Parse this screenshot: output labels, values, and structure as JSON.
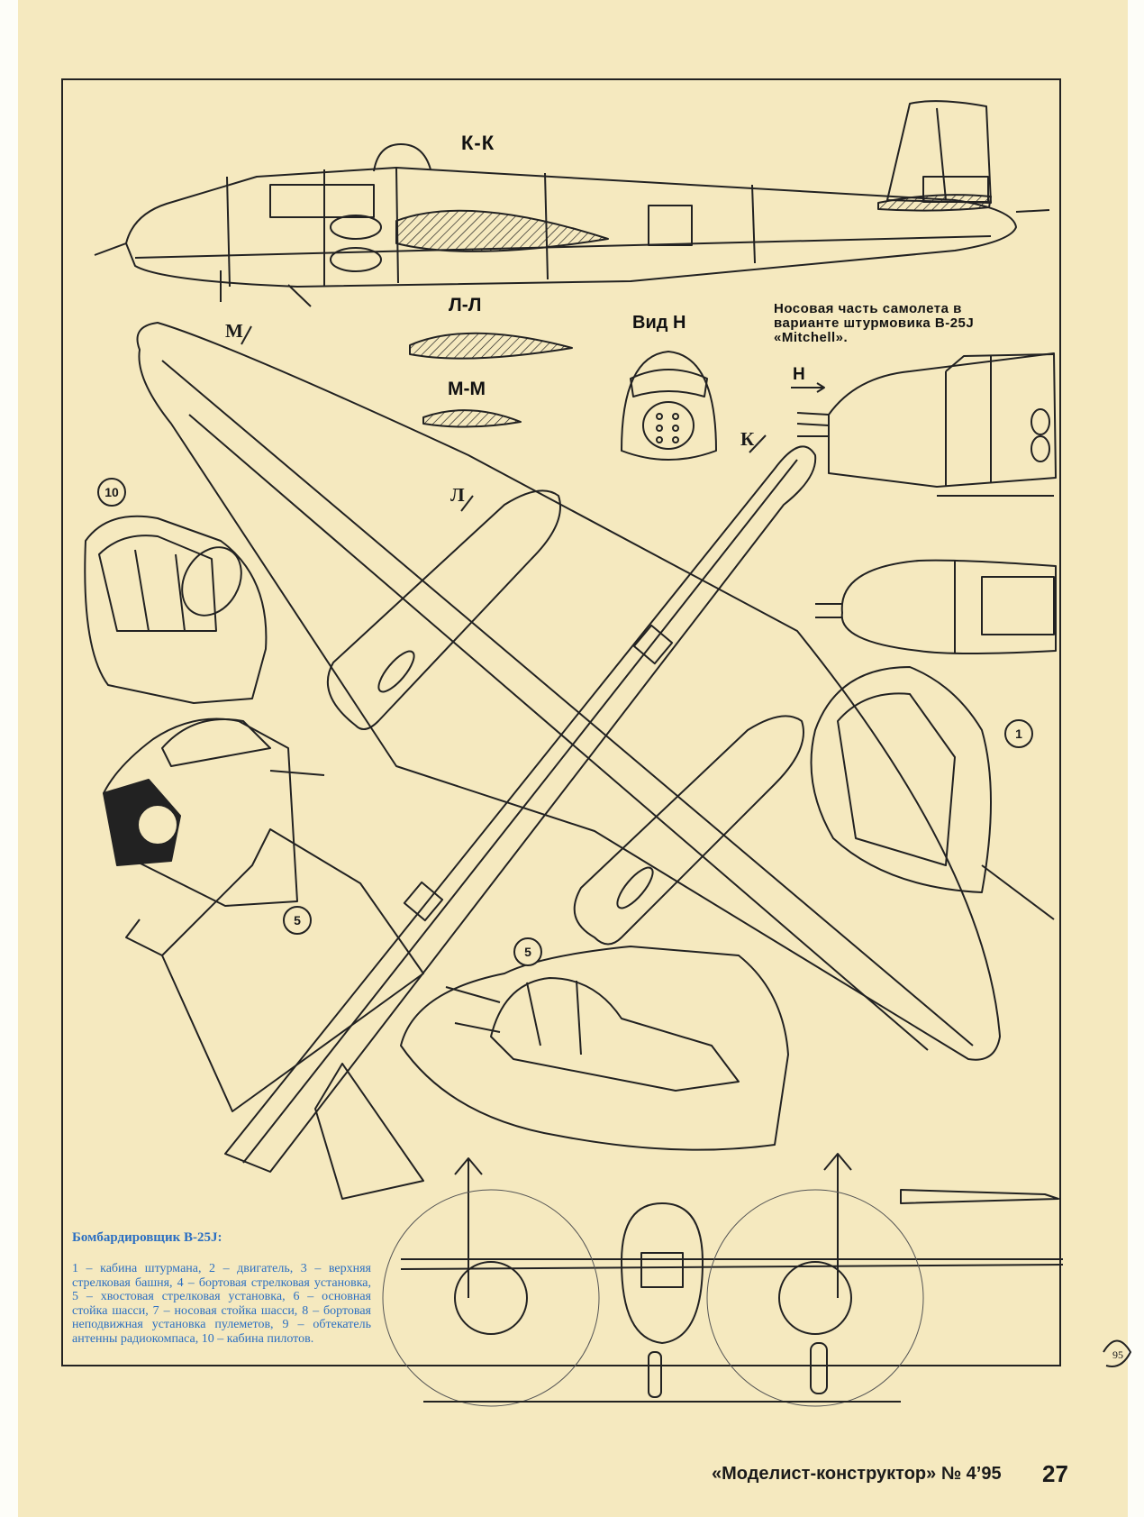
{
  "section_labels": {
    "kk": "К-К",
    "ll": "Л-Л",
    "mm": "М-М",
    "view_h": "Вид Н"
  },
  "cut_marks": {
    "m": "М",
    "l": "Л",
    "k": "К",
    "h": "Н"
  },
  "nose_caption": "Носовая часть самолета в варианте штурмовика B-25J «Mitchell».",
  "callouts": {
    "ten": "10",
    "one": "1",
    "five_a": "5",
    "five_b": "5"
  },
  "legend": {
    "title": "Бомбардировщик B-25J:",
    "body": "1 – кабина штурмана, 2 – двигатель, 3 – верхняя стрелковая башня, 4 – бортовая стрелковая установка, 5 – хвостовая стрелковая установка, 6 – основная стойка шасси, 7 – носовая стойка шасси, 8 – бортовая неподвижная установка пулеметов, 9 – обтекатель антенны радиокомпаса, 10 – кабина пилотов."
  },
  "signature": "95",
  "footer": {
    "magazine": "«Моделист-конструктор» № 4’95",
    "page": "27"
  },
  "colors": {
    "paper": "#f5e9bf",
    "ink": "#1a1a1a",
    "legend_blue": "#2b6fc2"
  }
}
